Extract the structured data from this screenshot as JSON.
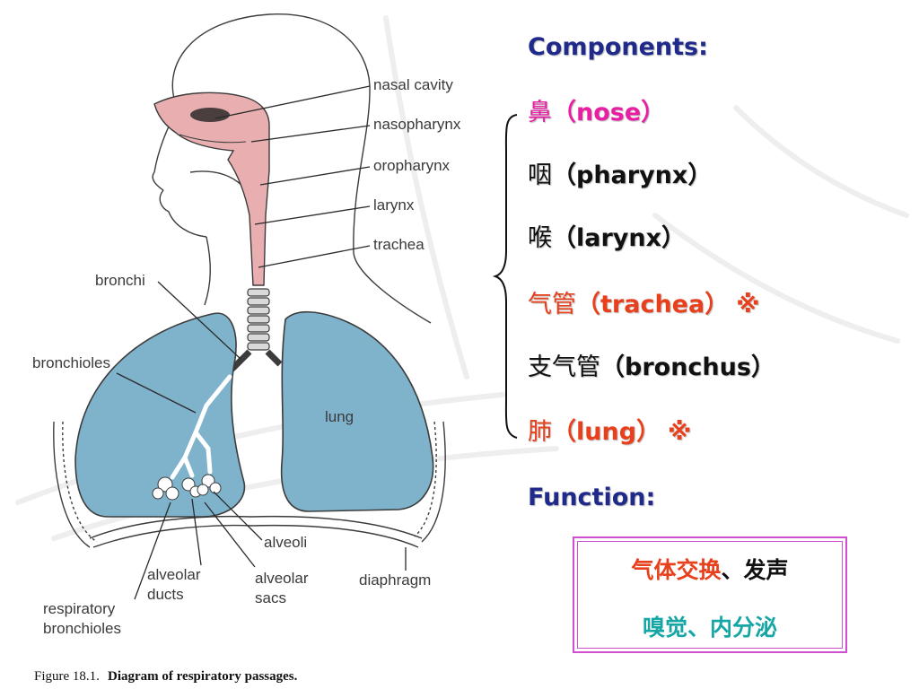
{
  "diagram": {
    "labels": {
      "nasal_cavity": "nasal  cavity",
      "nasopharynx": "nasopharynx",
      "oropharynx": "oropharynx",
      "larynx": "larynx",
      "trachea": "trachea",
      "bronchi": "bronchi",
      "bronchioles": "bronchioles",
      "lung": "lung",
      "alveoli": "alveoli",
      "alveolar_ducts_1": "alveolar",
      "alveolar_ducts_2": "ducts",
      "alveolar_sacs_1": "alveolar",
      "alveolar_sacs_2": "sacs",
      "diaphragm": "diaphragm",
      "respiratory_bronchioles_1": "respiratory",
      "respiratory_bronchioles_2": "bronchioles"
    },
    "caption_prefix": "Figure 18.1.",
    "caption_title": "Diagram of respiratory passages.",
    "colors": {
      "airway": "#e8aeb0",
      "lung": "#7fb3cc",
      "outline": "#3c3c3c"
    }
  },
  "components": {
    "heading": "Components:",
    "items": [
      {
        "cn": "鼻",
        "en": "（nose）",
        "mark": "",
        "color": "#e81fa3"
      },
      {
        "cn": "咽",
        "en": "（pharynx）",
        "mark": "",
        "color": "#111111"
      },
      {
        "cn": "喉",
        "en": "（larynx）",
        "mark": "",
        "color": "#111111"
      },
      {
        "cn": "气管",
        "en": "（trachea）",
        "mark": "※",
        "color": "#e8401c"
      },
      {
        "cn": "支气管",
        "en": "（bronchus）",
        "mark": "",
        "color": "#111111"
      },
      {
        "cn": "肺",
        "en": "（lung）",
        "mark": "※",
        "color": "#e8401c"
      }
    ]
  },
  "function": {
    "heading": "Function:",
    "line1_a": "气体交换",
    "line1_sep": "、",
    "line1_b": "发声",
    "line2": "嗅觉、内分泌",
    "colors": {
      "line1_a": "#e8401c",
      "line1_b": "#111111",
      "line2": "#17a6a6",
      "box": "#d04fd0"
    }
  }
}
